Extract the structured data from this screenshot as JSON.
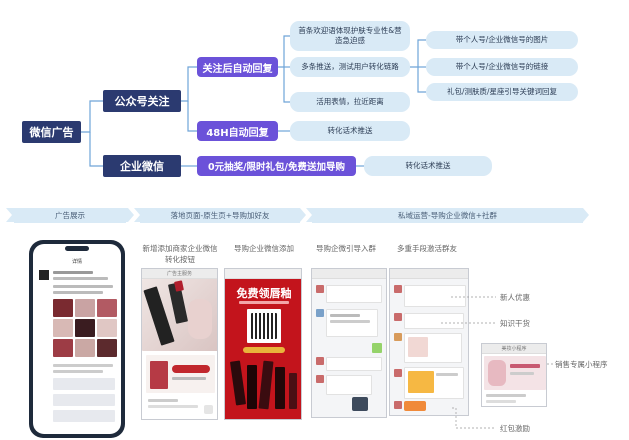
{
  "mindmap": {
    "root": "微信广告",
    "branch_official": "公众号关注",
    "branch_enterprise": "企业微信",
    "auto_reply": "关注后自动回复",
    "auto_reply_48h": "48H自动回复",
    "lottery": "0元抽奖/限时礼包/免费送加导购",
    "welcome": "首条欢迎语体现护肤专业性&营造急迫感",
    "multi_push": "多条推送，测试用户转化链路",
    "emoji": "活用表情，拉近距离",
    "img_personal": "带个人号/企业微信号的图片",
    "link_personal": "带个人号/企业微信号的链接",
    "keywords": "礼包/测肤质/星座引导关键词回复",
    "conversion_48h": "转化话术推送",
    "conversion_ent": "转化话术推送"
  },
  "stages": {
    "s1": "广告展示",
    "s2": "落地页面-原生页+导购加好友",
    "s3": "私域运营-导购企业微信+社群"
  },
  "captions": {
    "c1": "新增添加商家企业微信转化按钮",
    "c2": "导购企业微信添加",
    "c3": "导购企微引导入群",
    "c4": "多重手段激活群友"
  },
  "annotations": {
    "a1": "新人优惠",
    "a2": "知识干货",
    "a3": "销售专属小程序",
    "a4": "红包激励"
  },
  "screens": {
    "phone_title": "详情",
    "poster_title": "免费领唇釉",
    "shop_title": "广告主服务",
    "mini_title": "美妆小程序"
  },
  "colors": {
    "dark_node": "#2b3a70",
    "purple_node": "#6b52d9",
    "pill": "#d9eaf6",
    "connector": "#6fa5d8"
  }
}
